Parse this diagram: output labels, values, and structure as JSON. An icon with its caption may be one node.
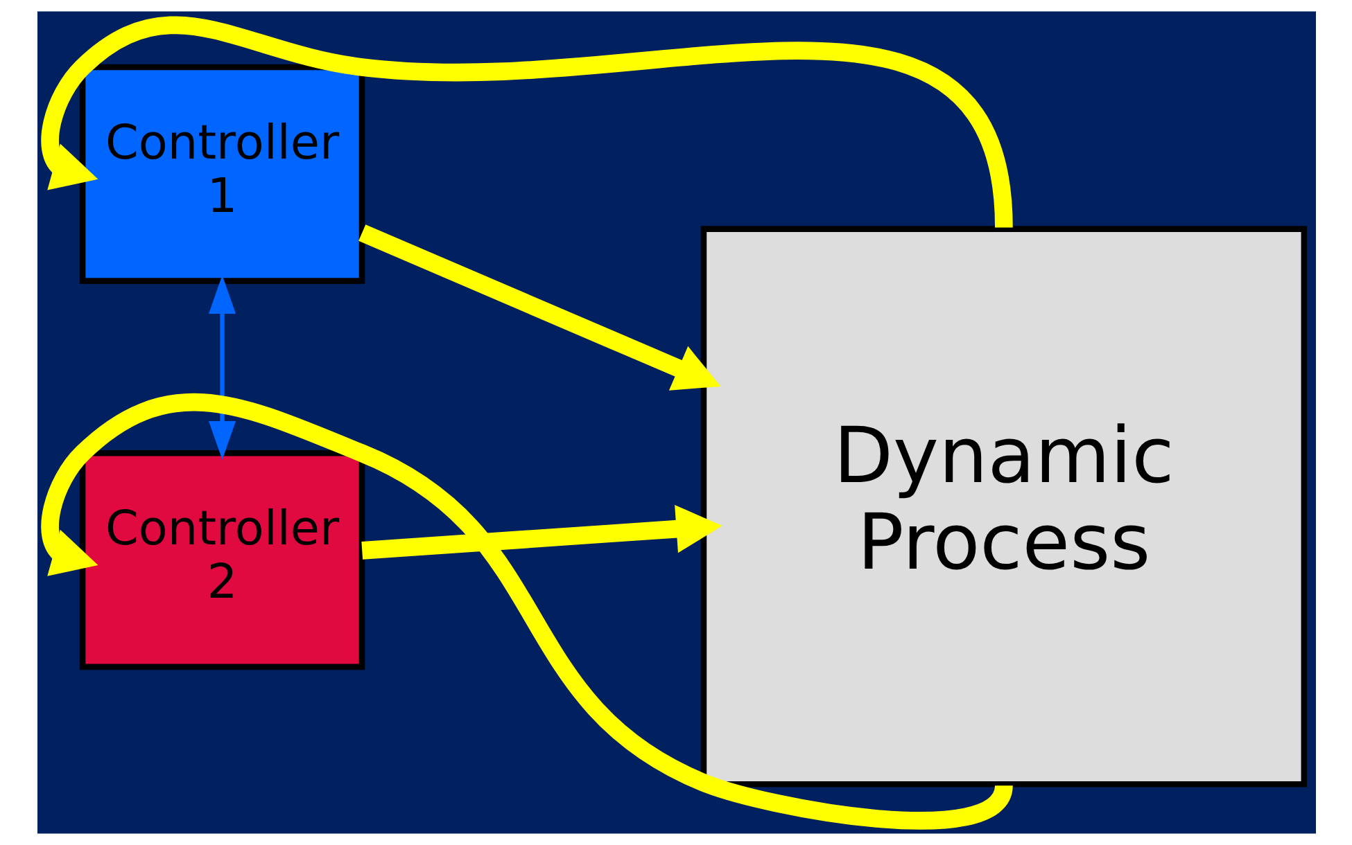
{
  "diagram": {
    "nodes": [
      {
        "text": [
          "Controller 1"
        ]
      },
      {
        "text": [
          "Controller 2"
        ]
      },
      {
        "text": [
          "Dynamic Process"
        ]
      }
    ],
    "edges": [
      {
        "from": 0,
        "to": 2,
        "arrow": "to"
      },
      {
        "from": 1,
        "to": 2,
        "arrow": "to"
      },
      {
        "from": 2,
        "to": 0,
        "arrow": "to"
      },
      {
        "from": 2,
        "to": 1,
        "arrow": "to"
      },
      {
        "from": 0,
        "to": 1,
        "arrow": "both",
        "color": "#0066ff"
      }
    ]
  }
}
